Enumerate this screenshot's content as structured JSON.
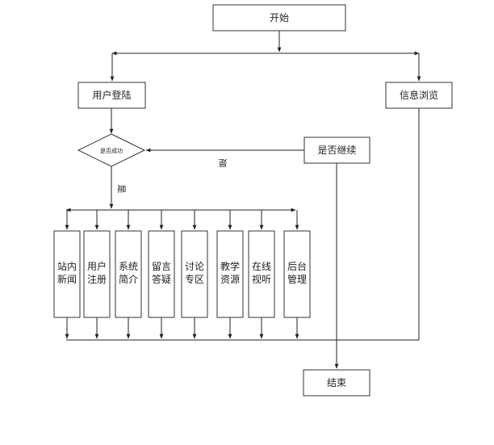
{
  "nodes": {
    "start": "开始",
    "login": "用户登陆",
    "browse": "信息浏览",
    "success_check": "是否成功",
    "continue_check": "是否继续",
    "end": "结束"
  },
  "edge_labels": {
    "continue_to_check": "是",
    "success_to_modules": "是"
  },
  "modules": [
    {
      "line1": "站内",
      "line2": "新闻"
    },
    {
      "line1": "用户",
      "line2": "注册"
    },
    {
      "line1": "系统",
      "line2": "简介"
    },
    {
      "line1": "留言",
      "line2": "答疑"
    },
    {
      "line1": "讨论",
      "line2": "专区"
    },
    {
      "line1": "教学",
      "line2": "资源"
    },
    {
      "line1": "在线",
      "line2": "视听"
    },
    {
      "line1": "后台",
      "line2": "管理"
    }
  ]
}
